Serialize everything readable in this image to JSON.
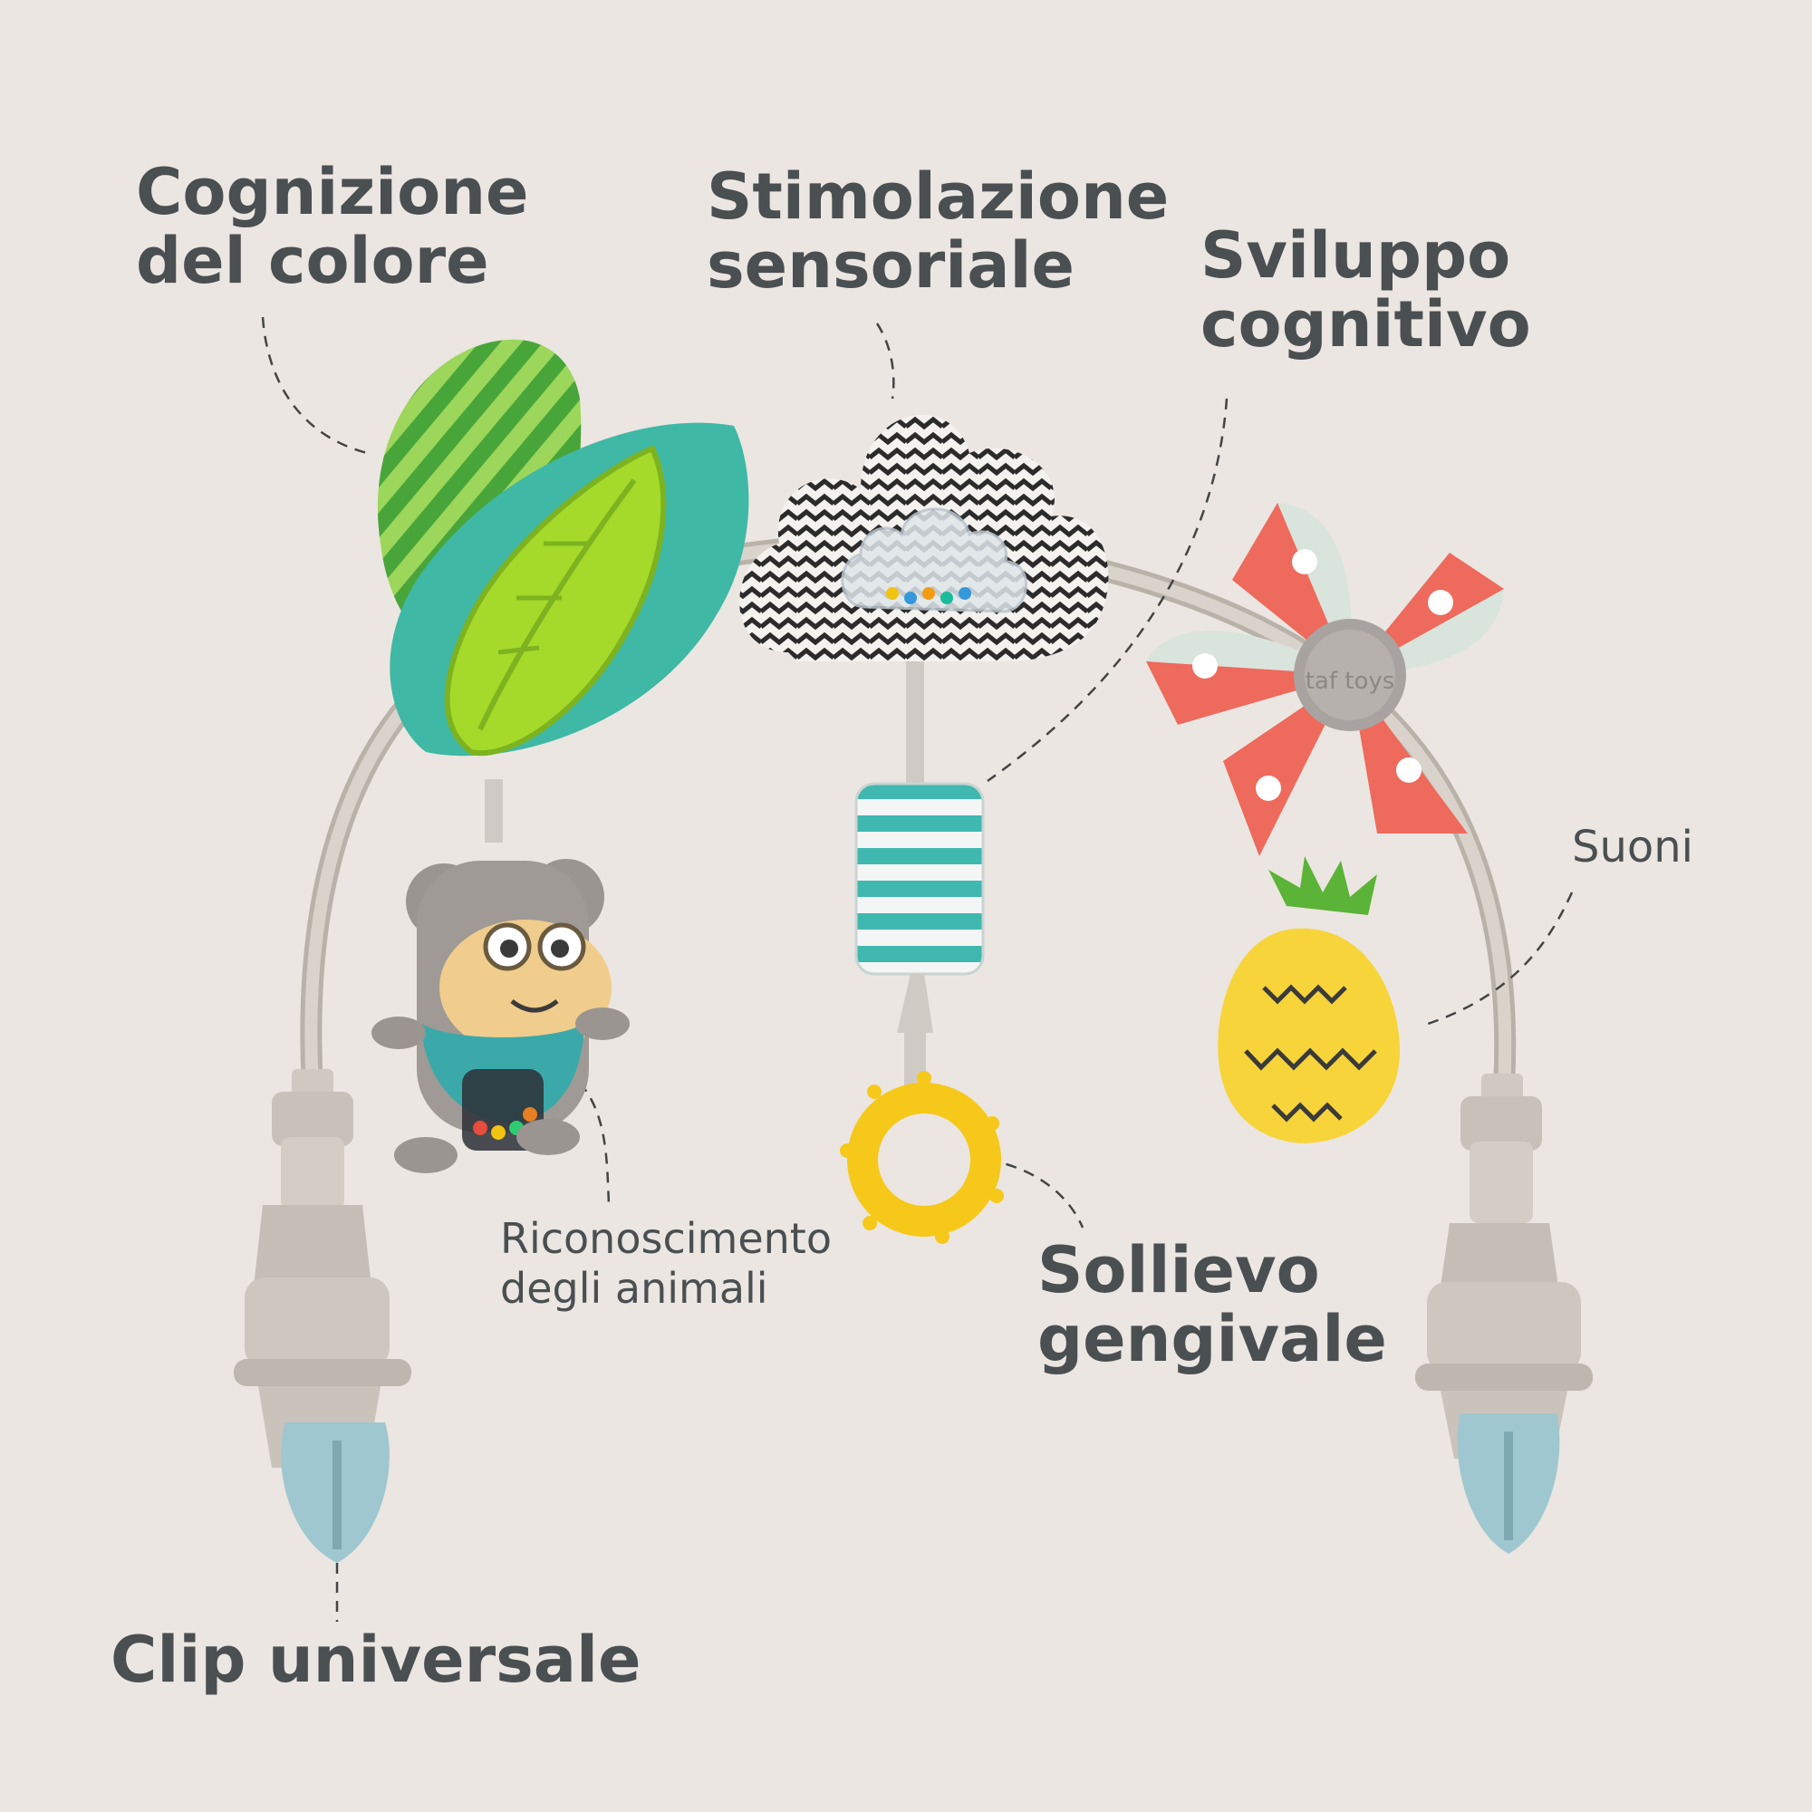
{
  "labels": {
    "color_cognition": {
      "line1": "Cognizione",
      "line2": "del colore"
    },
    "sensory_stimulation": {
      "line1": "Stimolazione",
      "line2": "sensoriale"
    },
    "cognitive_development": {
      "line1": "Sviluppo",
      "line2": "cognitivo"
    },
    "sounds": "Suoni",
    "animal_recognition": {
      "line1": "Riconoscimento",
      "line2": "degli animali"
    },
    "gum_relief": {
      "line1": "Sollievo",
      "line2": "gengivale"
    },
    "universal_clip": "Clip universale"
  },
  "brand_mark": "taf toys",
  "colors": {
    "background": "#ebe6e1",
    "text": "#4a4f51",
    "leaf_teal": "#3fb8a5",
    "leaf_lime": "#9ad12b",
    "leaf_stripe": "#6dbb3f",
    "pinwheel_coral": "#ee6a5c",
    "pineapple_yellow": "#f7d43a",
    "teether_yellow": "#f6c81a",
    "clip_blue": "#9fc7cf",
    "clip_grey": "#c9c3bb"
  },
  "icons": [
    "leaf-toy-icon",
    "cloud-rattle-icon",
    "pinwheel-icon",
    "monkey-rattle-icon",
    "striped-cylinder-icon",
    "teether-ring-icon",
    "pineapple-toy-icon",
    "clip-left-icon",
    "clip-right-icon"
  ]
}
